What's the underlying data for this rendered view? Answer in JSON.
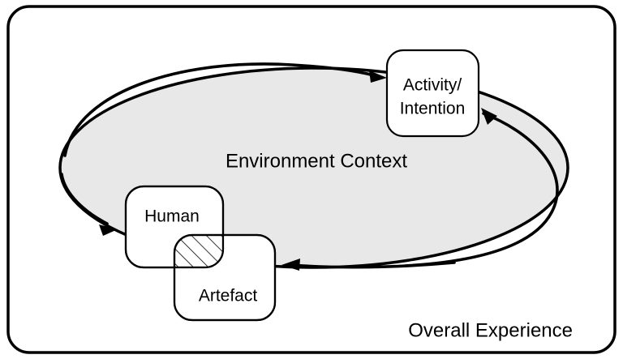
{
  "diagram": {
    "type": "conceptual-framework-diagram",
    "title_visible": false,
    "outer_container": {
      "label": "Overall Experience",
      "shape": "rounded-rectangle",
      "fill": "#ffffff",
      "stroke": "#000000"
    },
    "context_region": {
      "label": "Environment Context",
      "shape": "ellipse",
      "fill": "#e8e8e8",
      "stroke": "#000000"
    },
    "nodes": [
      {
        "id": "activity",
        "label_line1": "Activity/",
        "label_line2": "Intention",
        "shape": "rounded-rectangle",
        "fill": "#ffffff",
        "stroke": "#000000"
      },
      {
        "id": "human",
        "label": "Human",
        "shape": "rounded-rectangle",
        "fill": "#ffffff",
        "stroke": "#000000"
      },
      {
        "id": "artefact",
        "label": "Artefact",
        "shape": "rounded-rectangle",
        "fill": "#ffffff",
        "stroke": "#000000"
      }
    ],
    "intersection": {
      "name": "human-artefact-overlap",
      "fill_pattern": "diagonal-hatch",
      "stroke": "#000000"
    },
    "arrows": [
      {
        "id": "arrow-to-activity",
        "from": "environment-context-top-left",
        "to": "activity",
        "direction": "clockwise-top"
      },
      {
        "id": "arrow-activity-return",
        "from": "environment-context-right",
        "to": "activity",
        "direction": "upward-right"
      },
      {
        "id": "arrow-to-artefact",
        "from": "environment-context-bottom-right",
        "to": "artefact",
        "direction": "leftward-bottom"
      },
      {
        "id": "arrow-to-human",
        "from": "environment-context-left",
        "to": "human",
        "direction": "downward-left"
      }
    ],
    "colors": {
      "stroke": "#000000",
      "ellipse_fill": "#e8e8e8",
      "node_fill": "#ffffff",
      "page_background": "#ffffff"
    }
  }
}
